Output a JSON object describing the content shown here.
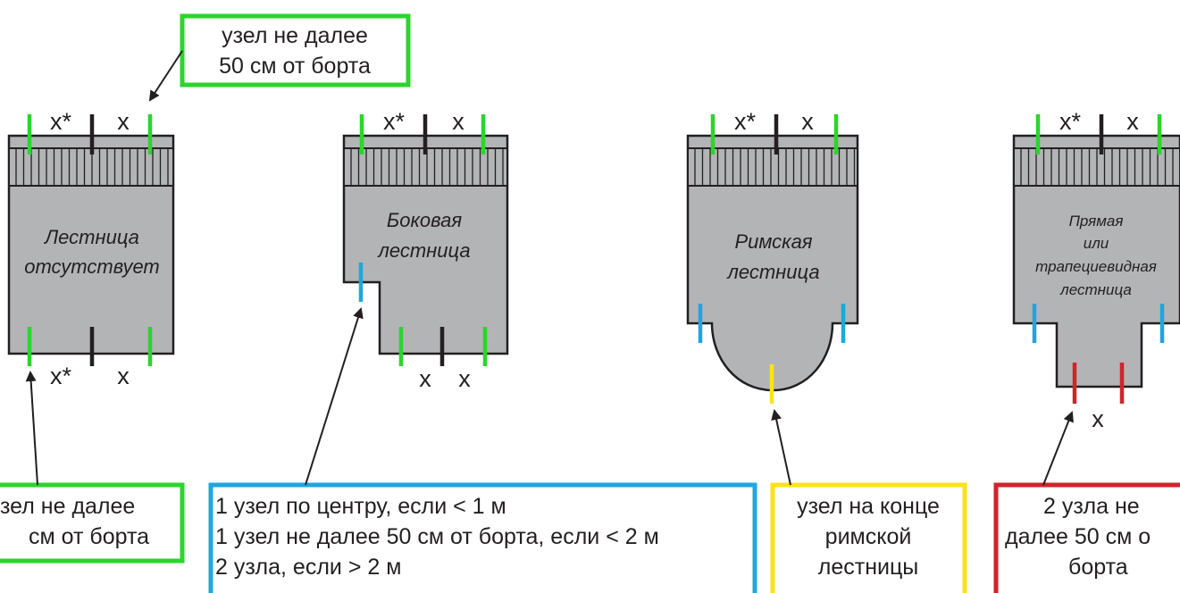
{
  "colors": {
    "hull": "#b3b4b6",
    "outline": "#231f20",
    "green": "#2bd52b",
    "blue": "#1ea6e0",
    "yellow": "#fde21b",
    "red": "#d2232a"
  },
  "marks": {
    "x_star": "x*",
    "x": "x"
  },
  "callouts": {
    "top_green": {
      "line1": "узел не далее",
      "line2": "50 см от борта"
    },
    "bottom_green": {
      "line1": "зел не далее",
      "line2": "см от борта"
    },
    "blue": {
      "line1": "1 узел по центру, если < 1 м",
      "line2": "1 узел не далее 50 см от борта, если < 2 м",
      "line3": "2 узла, если > 2 м"
    },
    "yellow": {
      "line1": "узел на конце",
      "line2": "римской",
      "line3": "лестницы"
    },
    "red": {
      "line1": "2 узла не",
      "line2": "далее 50 см о",
      "line3": "борта"
    }
  },
  "pools": {
    "none": {
      "line1": "Лестница",
      "line2": "отсутствует"
    },
    "side": {
      "line1": "Боковая",
      "line2": "лестница"
    },
    "roman": {
      "line1": "Римская",
      "line2": "лестница"
    },
    "straight": {
      "line1": "Прямая",
      "line2": "или",
      "line3": "трапециевидная",
      "line4": "лестница"
    }
  }
}
